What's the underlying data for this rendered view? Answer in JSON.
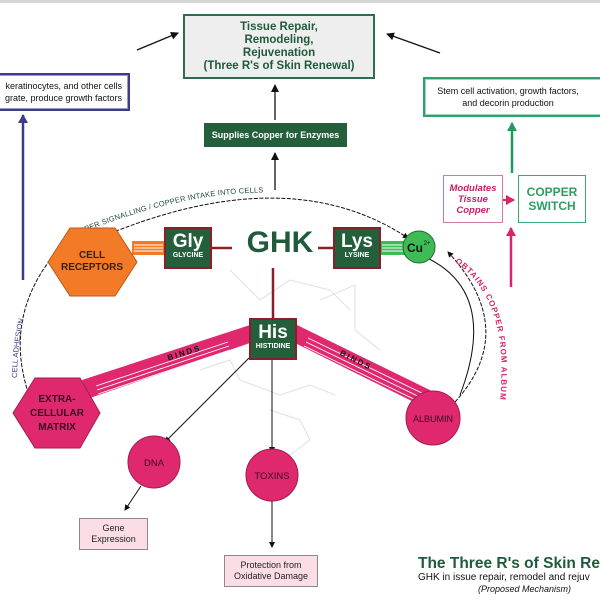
{
  "title_box": {
    "lines": [
      "Tissue Repair,",
      "Remodeling,",
      "Rejuvenation",
      "(Three R's of Skin Renewal)"
    ]
  },
  "left_box": {
    "lines": [
      "keratinocytes, and other cells",
      "grate, produce growth factors"
    ]
  },
  "right_box": {
    "lines": [
      "Stem cell activation, growth factors,",
      "and decorin production"
    ]
  },
  "copper_box": {
    "label": "Supplies Copper for Enzymes"
  },
  "modulates_box": {
    "lines": [
      "Modulates",
      "Tissue",
      "Copper"
    ]
  },
  "copper_switch": {
    "lines": [
      "COPPER",
      "SWITCH"
    ]
  },
  "arc_labels": {
    "top": "COPPER SIGNALLING / COPPER INTAKE INTO CELLS",
    "left": "CELL ADHESION",
    "right": "OBTAINS COPPER FROM ALBUMIN",
    "binds_left": "BINDS",
    "binds_right": "BINDS"
  },
  "center": {
    "label": "GHK"
  },
  "amino_acids": [
    {
      "symbol": "Gly",
      "name": "GLYCINE"
    },
    {
      "symbol": "Lys",
      "name": "LYSINE"
    },
    {
      "symbol": "His",
      "name": "HISTIDINE"
    }
  ],
  "nodes": {
    "cell_receptors": [
      "CELL",
      "RECEPTORS"
    ],
    "ecm": [
      "EXTRA-",
      "CELLULAR",
      "MATRIX"
    ],
    "copper_ion": "Cu",
    "copper_charge": "2+",
    "albumin": "ALBUMIN",
    "dna": "DNA",
    "toxins": "TOXINS"
  },
  "outcomes": {
    "gene": [
      "Gene",
      "Expression"
    ],
    "protection": [
      "Protection from",
      "Oxidative Damage"
    ]
  },
  "footer": {
    "title": "The Three R's of Skin Ren",
    "subtitle": "GHK in issue repair, remodel and rejuv",
    "note": "(Proposed Mechanism)"
  },
  "colors": {
    "dark_green": "#235f3b",
    "magenta": "#e0286f",
    "orange": "#f37a27",
    "light_green": "#3dbb54",
    "navy": "#3d3c8c",
    "teal_green": "#2fa169",
    "maroon": "#8a1f27"
  }
}
